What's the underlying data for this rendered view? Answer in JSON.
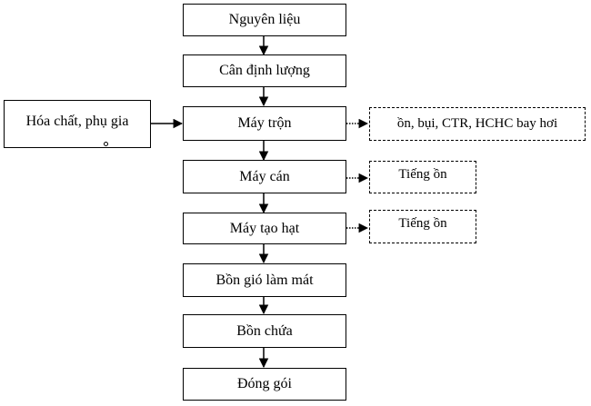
{
  "steps": [
    {
      "label": "Nguyên liệu"
    },
    {
      "label": "Cân định lượng"
    },
    {
      "label": "Máy trộn"
    },
    {
      "label": "Máy cán"
    },
    {
      "label": "Máy tạo hạt"
    },
    {
      "label": "Bồn gió làm mát"
    },
    {
      "label": "Bồn chứa"
    },
    {
      "label": "Đóng gói"
    }
  ],
  "input": {
    "label": "Hóa chất, phụ gia"
  },
  "outputs": [
    {
      "label": "ồn, bụi, CTR, HCHC bay hơi"
    },
    {
      "label": "Tiếng ồn"
    },
    {
      "label": "Tiếng ồn"
    }
  ]
}
